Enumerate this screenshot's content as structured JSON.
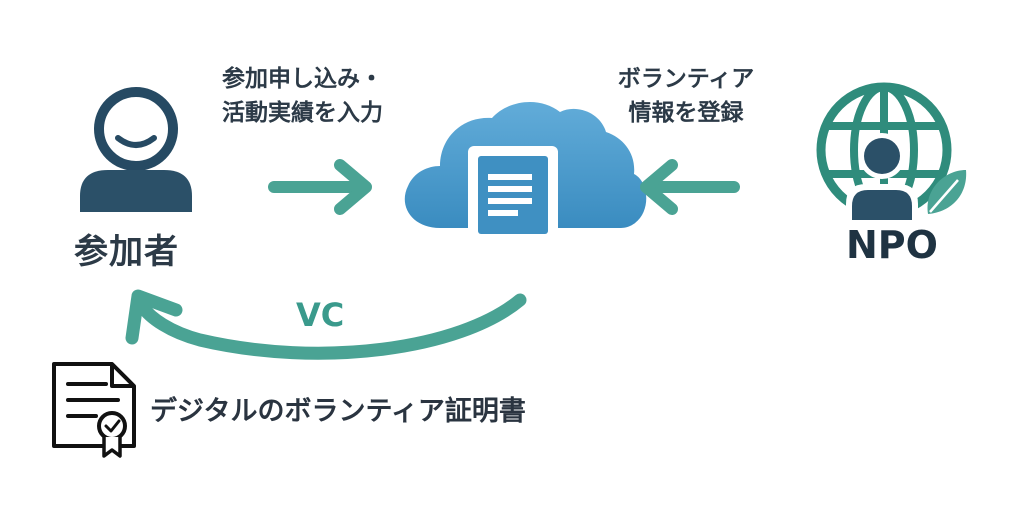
{
  "nodes": {
    "participant": {
      "label": "参加者",
      "icon": "person-icon"
    },
    "platform": {
      "icon": "cloud-document-icon"
    },
    "npo": {
      "label": "NPO",
      "icon": "globe-person-leaf-icon"
    },
    "certificate": {
      "label": "デジタルのボランティア証明書",
      "icon": "certificate-document-icon"
    }
  },
  "edges": {
    "participant_to_platform": {
      "lines": [
        "参加申し込み・",
        "活動実績を入力"
      ]
    },
    "npo_to_platform": {
      "lines": [
        "ボランティア",
        "情報を登録"
      ]
    },
    "platform_to_participant": {
      "label": "VC"
    }
  },
  "colors": {
    "arrow": "#4aa394",
    "cloud_top": "#5aa7d6",
    "cloud_bottom": "#3b8fc2",
    "person": "#2c4f68",
    "globe": "#2f8c7c",
    "text": "#2c3a47"
  }
}
